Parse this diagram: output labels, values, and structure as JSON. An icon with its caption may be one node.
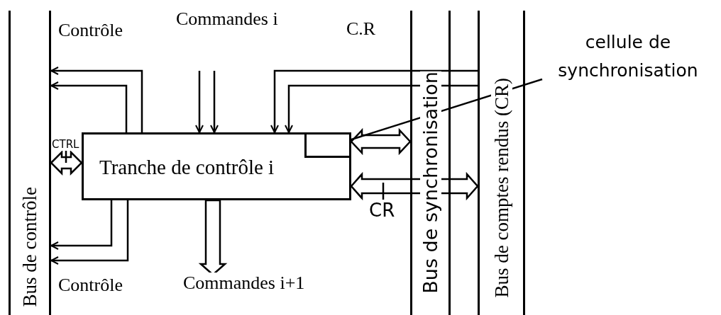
{
  "diagram": {
    "nodes": [
      {
        "text": [
          "Bus de contrôle"
        ]
      },
      {
        "text": [
          "Bus de synchronisation"
        ]
      },
      {
        "text": [
          "Bus de comptes rendus (CR)"
        ]
      },
      {
        "text": [
          "Tranche de contrôle i"
        ]
      },
      {
        "text": [],
        "shape": "box",
        "in": 3
      },
      {
        "text": [
          "cellule de synchronisation"
        ]
      }
    ],
    "edges": [
      {
        "from": 3,
        "to": 0,
        "arrow": "to",
        "label": "Contrôle"
      },
      {
        "from": 3,
        "to": 0,
        "arrow": "to"
      },
      {
        "from": 3,
        "to": 0,
        "arrow": "to"
      },
      {
        "from": 3,
        "to": 0,
        "arrow": "to",
        "label": "Contrôle"
      },
      {
        "from": null,
        "to": 3,
        "arrow": "to",
        "label": "Commandes i"
      },
      {
        "from": null,
        "to": 3,
        "arrow": "to"
      },
      {
        "from": 2,
        "to": 3,
        "arrow": "to",
        "label": "C.R"
      },
      {
        "from": 2,
        "to": 3,
        "arrow": "to"
      },
      {
        "from": 0,
        "to": 3,
        "arrow": "both",
        "label": "CTRL",
        "style": "thick"
      },
      {
        "from": 3,
        "to": 1,
        "arrow": "both",
        "style": "thick"
      },
      {
        "from": 3,
        "to": 2,
        "arrow": "both",
        "label": "CR",
        "style": "thick"
      },
      {
        "from": 3,
        "to": null,
        "arrow": "to",
        "label": "Commandes i+1",
        "style": "thick"
      },
      {
        "from": 5,
        "to": 4,
        "arrow": "none"
      }
    ]
  }
}
